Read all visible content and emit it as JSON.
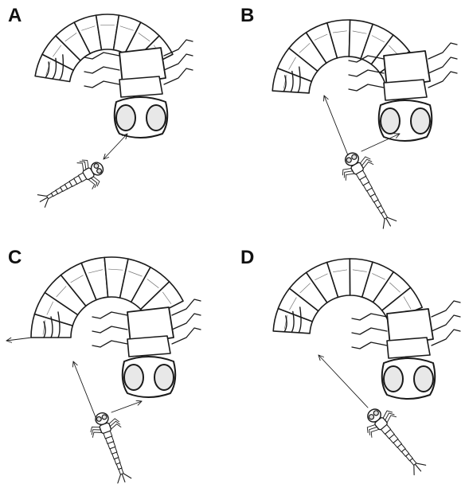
{
  "panels": [
    {
      "label": "A"
    },
    {
      "label": "B"
    },
    {
      "label": "C"
    },
    {
      "label": "D"
    }
  ],
  "colors": {
    "ink": "#1a1a1a",
    "background": "#ffffff"
  }
}
